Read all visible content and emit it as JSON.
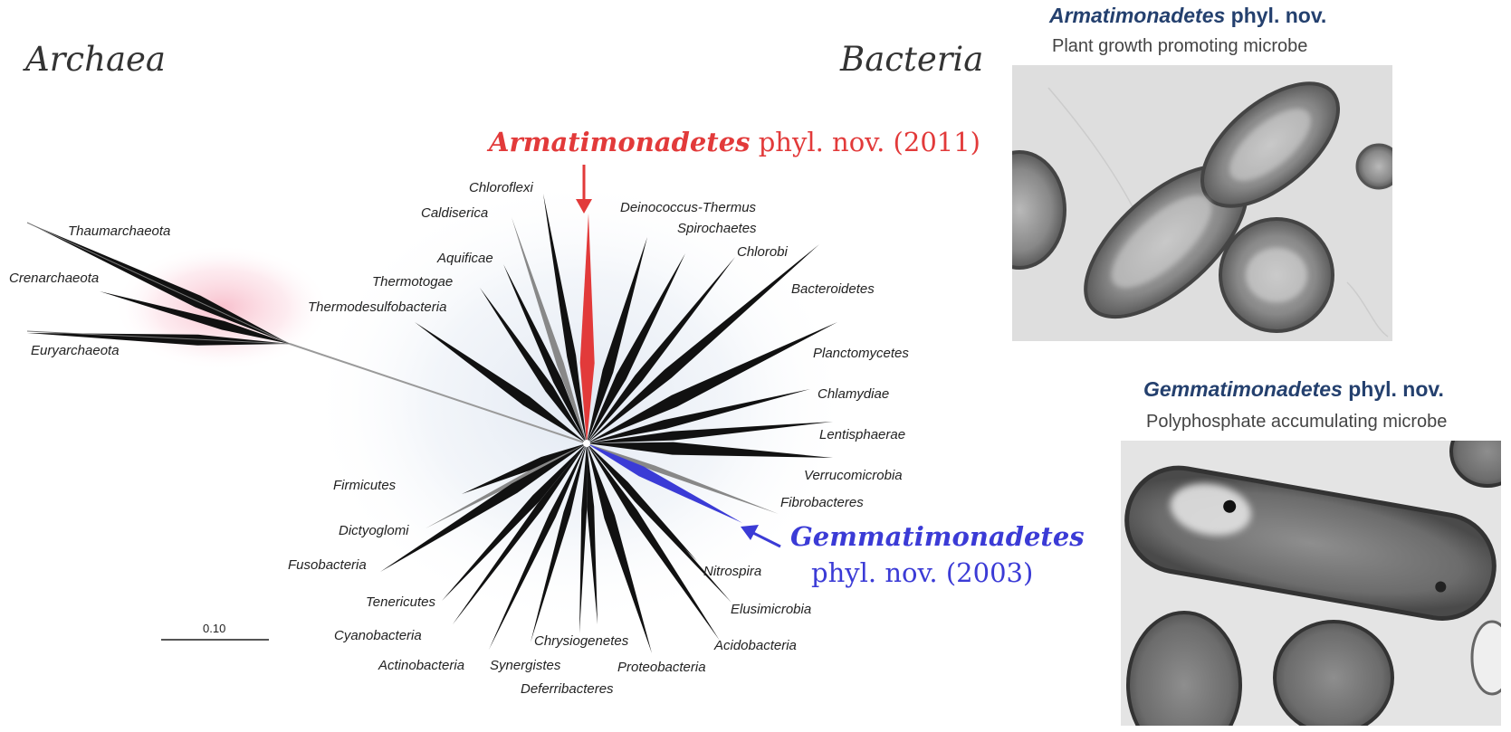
{
  "tree": {
    "domain_left": "Archaea",
    "domain_right": "Bacteria",
    "scale_label": "0.10",
    "archaea_phyla": [
      "Thaumarchaeota",
      "Crenarchaeota",
      "Euryarchaeota"
    ],
    "bacteria_phyla_top": [
      "Chloroflexi",
      "Caldiserica",
      "Aquificae",
      "Thermotogae",
      "Thermodesulfobacteria",
      "Deinococcus-Thermus",
      "Spirochaetes",
      "Chlorobi",
      "Bacteroidetes",
      "Planctomycetes",
      "Chlamydiae",
      "Lentisphaerae",
      "Verrucomicrobia",
      "Fibrobacteres"
    ],
    "bacteria_phyla_bottom": [
      "Firmicutes",
      "Dictyoglomi",
      "Fusobacteria",
      "Tenericutes",
      "Cyanobacteria",
      "Actinobacteria",
      "Synergistes",
      "Chrysiogenetes",
      "Deferribacteres",
      "Proteobacteria",
      "Acidobacteria",
      "Elusimicrobia",
      "Nitrospira"
    ],
    "highlight_red": {
      "name": "Armatimonadetes",
      "rest": "phyl. nov. (2011)"
    },
    "highlight_blue": {
      "name": "Gemmatimonadetes",
      "rest": "phyl. nov. (2003)"
    }
  },
  "panels": [
    {
      "name": "Armatimonadetes",
      "suffix": "phyl. nov.",
      "subtitle": "Plant growth promoting microbe"
    },
    {
      "name": "Gemmatimonadetes",
      "suffix": "phyl. nov.",
      "subtitle": "Polyphosphate accumulating microbe"
    }
  ],
  "colors": {
    "armatimonadetes": "#e23a3a",
    "gemmatimonadetes": "#3b3bd6",
    "panel_title": "#24406e"
  }
}
